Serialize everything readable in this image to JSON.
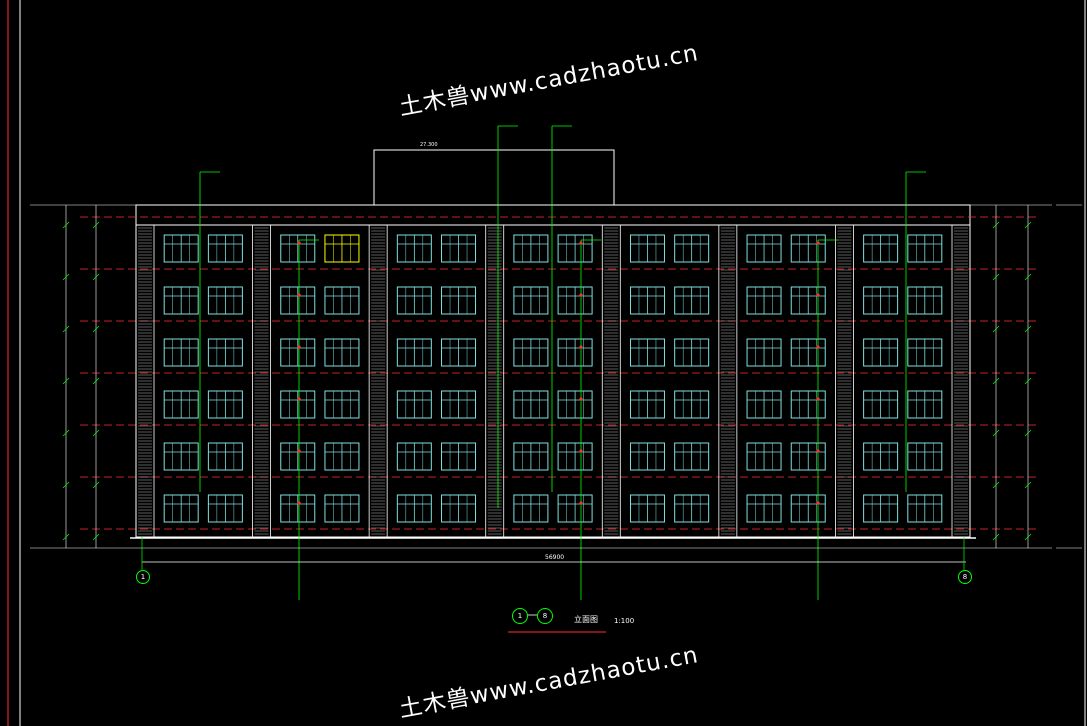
{
  "watermark": {
    "top": "土木兽www.cadzhaotu.cn",
    "bottom": "土木兽www.cadzhaotu.cn"
  },
  "drawing": {
    "title": "立面图",
    "scale": "1:100",
    "bubble_left": "1",
    "bubble_right": "8",
    "axis_left": "1",
    "axis_right": "8",
    "total_dimension": "56900",
    "roof_level": "27.300"
  },
  "colors": {
    "background": "#000000",
    "outline": "#ffffff",
    "window": "#7fe0e0",
    "level_line": "#ff3030",
    "leader": "#00ff00",
    "highlight": "#ffff00",
    "frame_border": "#ff3030"
  },
  "grid": {
    "floors": 6,
    "bays": 7
  }
}
